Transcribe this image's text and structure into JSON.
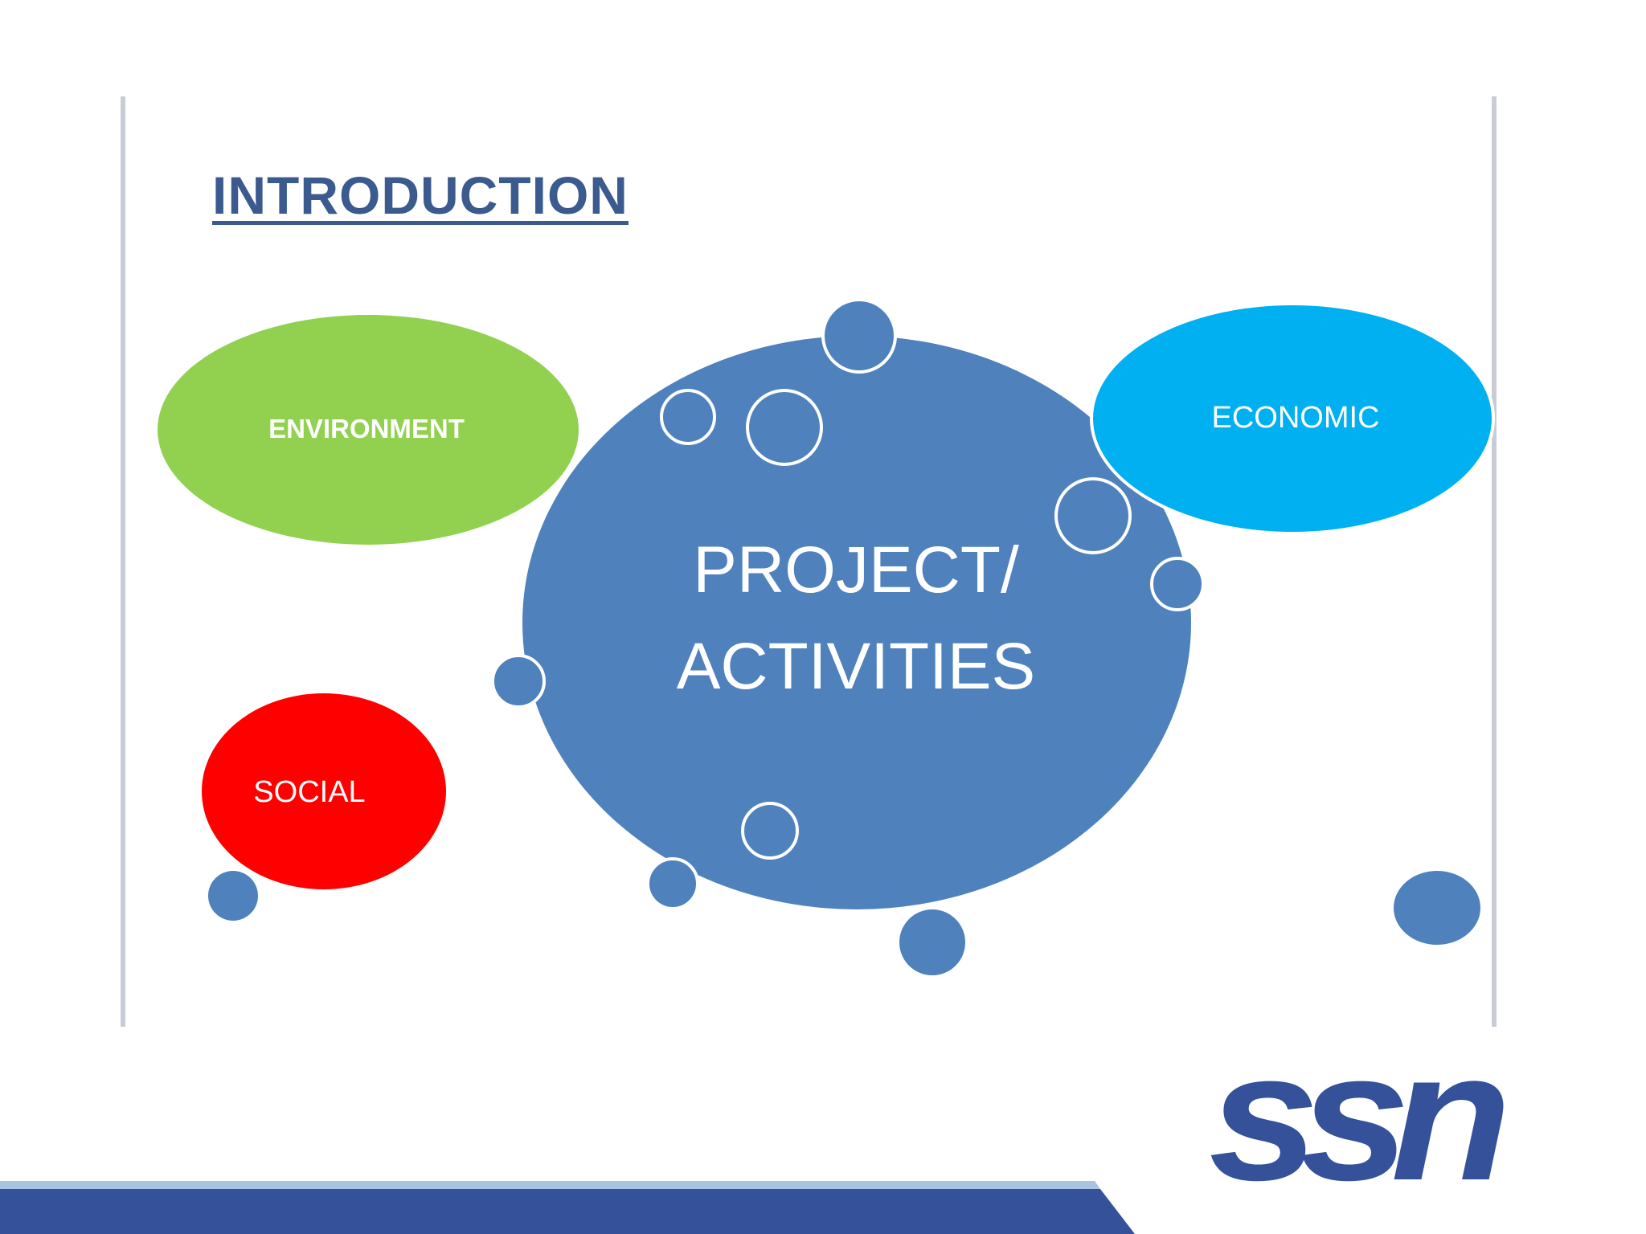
{
  "slide": {
    "title": "INTRODUCTION"
  },
  "diagram": {
    "center": {
      "line1": "PROJECT/",
      "line2": "ACTIVITIES",
      "color": "#4f81bd"
    },
    "nodes": [
      {
        "id": "environment",
        "label": "ENVIRONMENT",
        "color": "#92d050"
      },
      {
        "id": "economic",
        "label": "ECONOMIC",
        "color": "#00b0f0"
      },
      {
        "id": "social",
        "label": "SOCIAL",
        "color": "#ff0000"
      }
    ],
    "bubble_color": "#4f81bd"
  },
  "logo": {
    "text": "ssn",
    "color": "#34519a"
  },
  "footer": {
    "band_color": "#34519a",
    "accent_color": "#a9c4e0"
  }
}
